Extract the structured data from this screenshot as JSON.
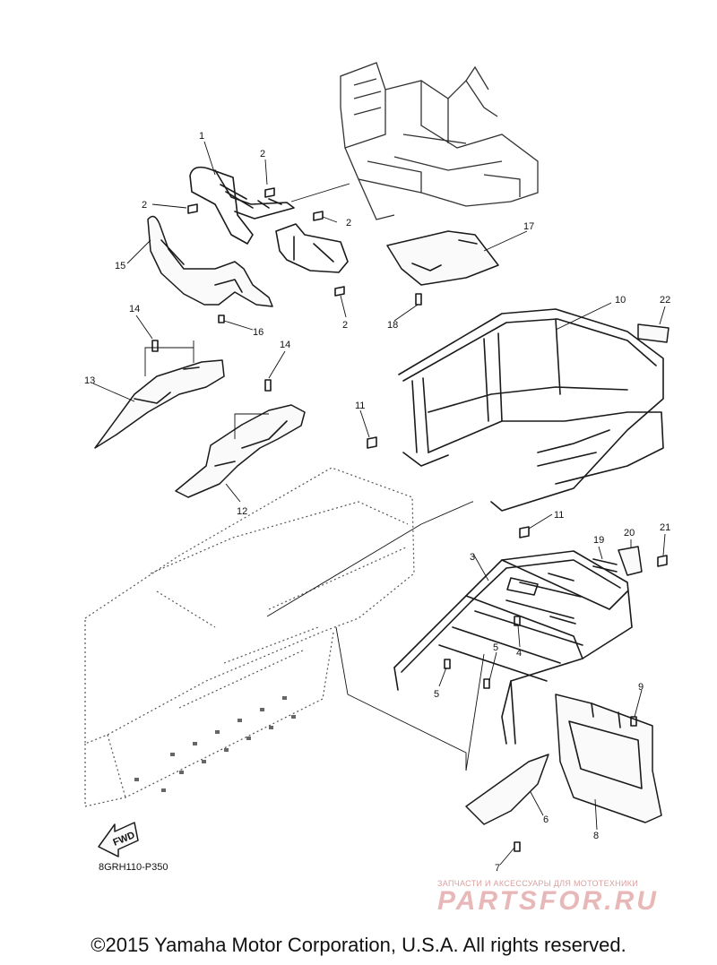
{
  "diagram": {
    "callouts": [
      "1",
      "2",
      "2",
      "2",
      "2",
      "3",
      "4",
      "5",
      "5",
      "6",
      "7",
      "8",
      "9",
      "10",
      "11",
      "11",
      "12",
      "13",
      "14",
      "14",
      "15",
      "16",
      "17",
      "18",
      "19",
      "20",
      "21",
      "22"
    ],
    "fwd_label": "FWD",
    "reference_code": "8GRH110-P350"
  },
  "watermark": {
    "tagline": "ЗАПЧАСТИ И АКСЕССУАРЫ ДЛЯ МОТОТЕХНИКИ",
    "brand": "PARTSFOR.RU"
  },
  "footer": {
    "copyright": "©2015 Yamaha Motor Corporation, U.S.A. All rights reserved."
  },
  "colors": {
    "line": "#1a1a1a",
    "watermark": "#e8b8b8"
  }
}
